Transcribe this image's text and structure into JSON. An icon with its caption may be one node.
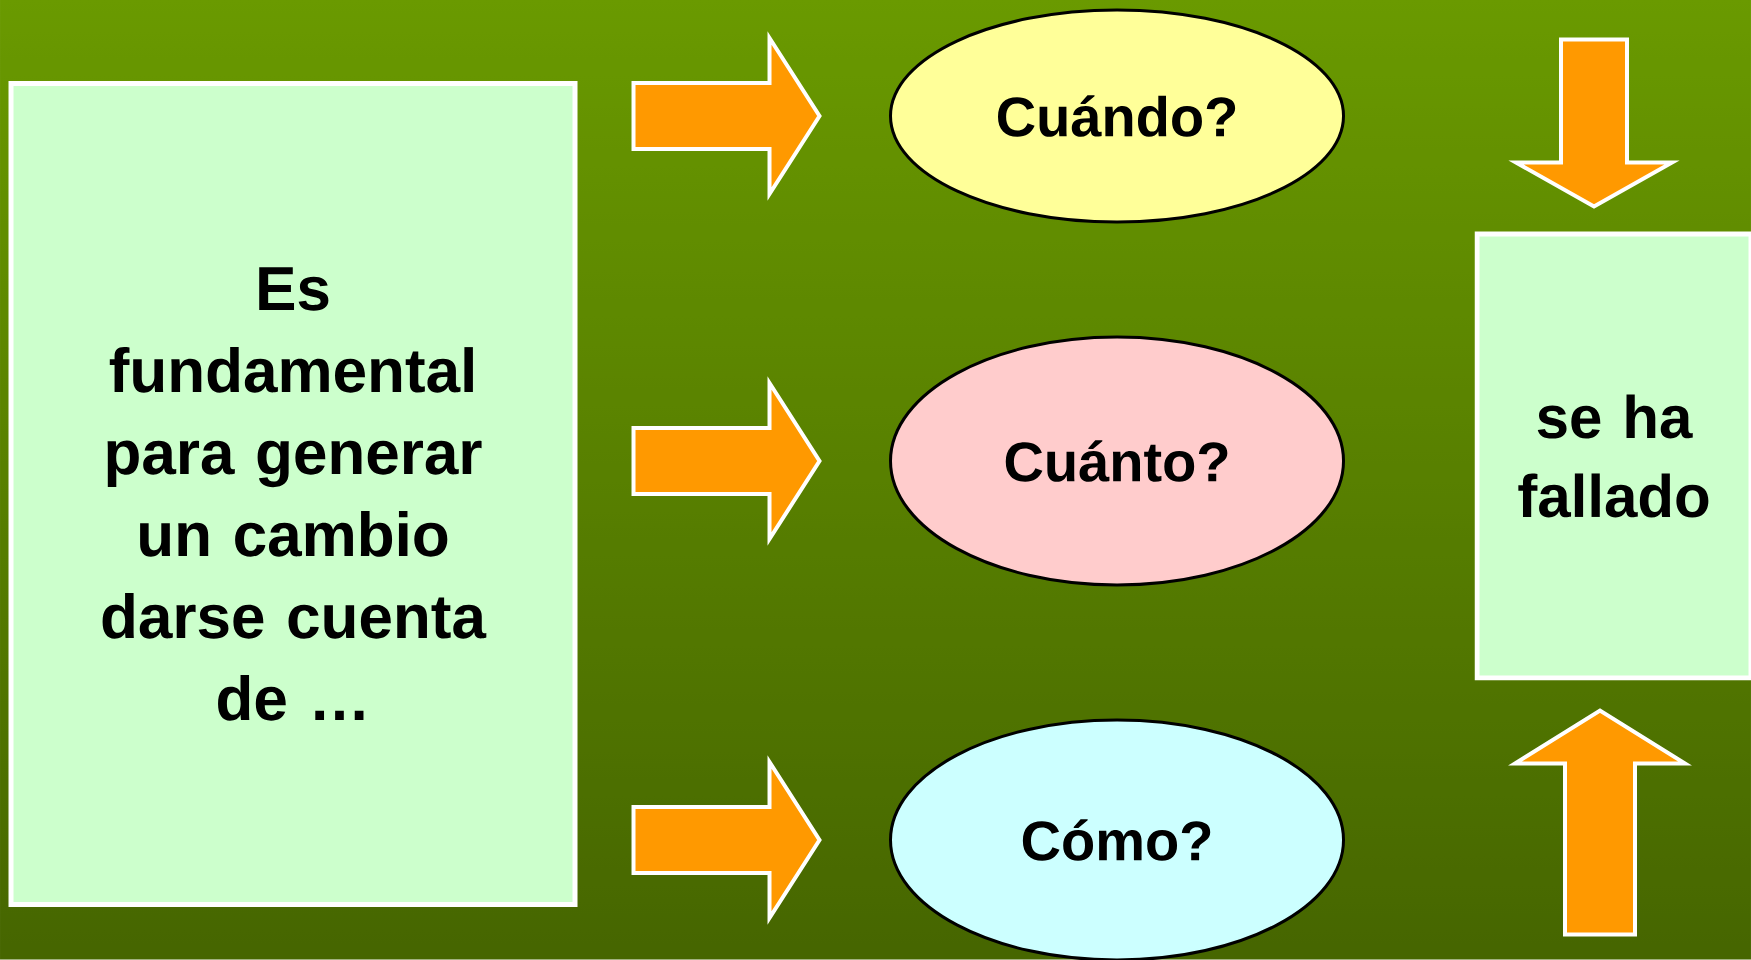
{
  "diagram": {
    "nodes": [
      {
        "text": [
          "Es fundamental para generar un cambio darse cuenta de …"
        ]
      },
      {
        "text": [
          "Cuándo?"
        ]
      },
      {
        "text": [
          "Cuánto?"
        ]
      },
      {
        "text": [
          "Cómo?"
        ]
      },
      {
        "text": [
          "se ha fallado"
        ]
      }
    ],
    "edges": [
      {
        "from": 0,
        "to": 1,
        "arrow": "to"
      },
      {
        "from": 0,
        "to": 2,
        "arrow": "to"
      },
      {
        "from": 0,
        "to": 3,
        "arrow": "to"
      },
      {
        "from": null,
        "to": 4,
        "arrow": "to"
      },
      {
        "from": null,
        "to": 4,
        "arrow": "to"
      }
    ]
  }
}
